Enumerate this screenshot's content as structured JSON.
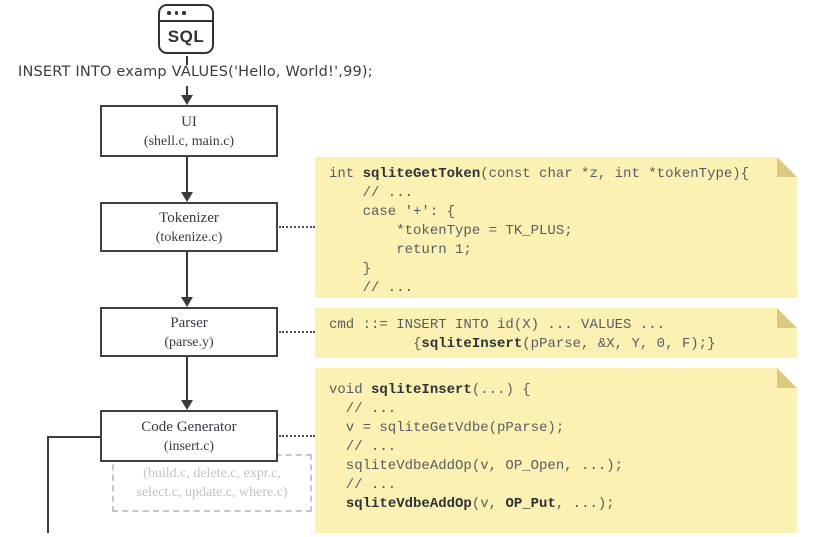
{
  "icon": {
    "label": "SQL"
  },
  "sql_statement": "INSERT INTO examp VALUES('Hello, World!',99);",
  "flow_boxes": [
    {
      "title": "UI",
      "subtitle": "(shell.c, main.c)"
    },
    {
      "title": "Tokenizer",
      "subtitle": "(tokenize.c)"
    },
    {
      "title": "Parser",
      "subtitle": "(parse.y)"
    },
    {
      "title": "Code Generator",
      "subtitle": "(insert.c)"
    }
  ],
  "aux_box": {
    "line1": "(build.c, delete.c, expr.c,",
    "line2": "select.c, update.c, where.c)"
  },
  "notes": [
    {
      "name": "tokenizer-code-note",
      "lines": [
        [
          {
            "t": "int ",
            "b": false
          },
          {
            "t": "sqliteGetToken",
            "b": true
          },
          {
            "t": "(const char *z, int *tokenType){",
            "b": false
          }
        ],
        [
          {
            "t": "    // ...",
            "b": false
          }
        ],
        [
          {
            "t": "    case '+': {",
            "b": false
          }
        ],
        [
          {
            "t": "        *tokenType = TK_PLUS;",
            "b": false
          }
        ],
        [
          {
            "t": "        return 1;",
            "b": false
          }
        ],
        [
          {
            "t": "    }",
            "b": false
          }
        ],
        [
          {
            "t": "    // ...",
            "b": false
          }
        ]
      ]
    },
    {
      "name": "parser-grammar-note",
      "lines": [
        [
          {
            "t": "cmd ::= INSERT INTO id(X) ... VALUES ...",
            "b": false
          }
        ],
        [
          {
            "t": "          {",
            "b": false
          },
          {
            "t": "sqliteInsert",
            "b": true
          },
          {
            "t": "(pParse, &X, Y, 0, F);}",
            "b": false
          }
        ]
      ]
    },
    {
      "name": "codegen-code-note",
      "lines": [
        [
          {
            "t": "void ",
            "b": false
          },
          {
            "t": "sqliteInsert",
            "b": true
          },
          {
            "t": "(...) {",
            "b": false
          }
        ],
        [
          {
            "t": "  // ...",
            "b": false
          }
        ],
        [
          {
            "t": "  v = sqliteGetVdbe(pParse);",
            "b": false
          }
        ],
        [
          {
            "t": "  // ...",
            "b": false
          }
        ],
        [
          {
            "t": "  sqliteVdbeAddOp(v, OP_Open, ...);",
            "b": false
          }
        ],
        [
          {
            "t": "  // ...",
            "b": false
          }
        ],
        [
          {
            "t": "  ",
            "b": false
          },
          {
            "t": "sqliteVdbeAddOp",
            "b": true
          },
          {
            "t": "(v, ",
            "b": false
          },
          {
            "t": "OP_Put",
            "b": true
          },
          {
            "t": ", ...);",
            "b": false
          }
        ]
      ]
    }
  ],
  "colors": {
    "note_background": "#fbf1b2",
    "note_fold": "#dcc87e",
    "box_border": "#3c4147",
    "arrow": "#363b40",
    "aux_dashed": "#c6c6c6",
    "aux_text": "#c2c2c2",
    "code_text": "#585d63",
    "code_bold": "#2d3237"
  }
}
